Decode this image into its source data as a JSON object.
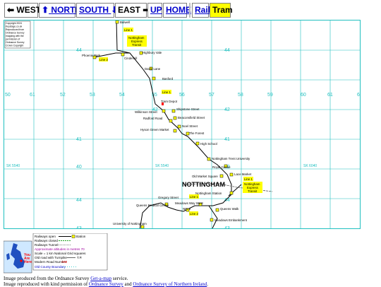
{
  "nav": {
    "west": "WEST",
    "north": "NORTH",
    "south": "SOUTH",
    "east": "EAST",
    "up": "UP",
    "home": "HOME",
    "rail": "Rail",
    "tram": "Tram"
  },
  "colors": {
    "grid": "#20c0c0",
    "railway_open": "#000000",
    "tram_label_bg": "#ffff00",
    "station_fill": "#ffff00",
    "tram_depot_marker": "#ff0000",
    "link": "#0000cc"
  },
  "map": {
    "copyright": [
      "Copyright 2024",
      "Keystage.co.uk",
      "Reproduced from",
      "Ordnance Survey",
      "mapping with the",
      "permission of",
      "Ordnance Survey",
      "Crown Copyright"
    ],
    "northing_labels": {
      "top": "44",
      "mid1": "42",
      "mid2": "41",
      "mid3": "40",
      "bot": "44",
      "bot2": "43"
    },
    "easting_labels": [
      "50",
      "61",
      "52",
      "53",
      "54",
      "55",
      "56",
      "57",
      "58",
      "59",
      "60",
      "61",
      "6"
    ],
    "sheet_labels": {
      "left": "SK 5540",
      "mid": "SK 5540",
      "right": "SK 6040"
    },
    "city": "NOTTINGHAM",
    "line_labels": {
      "top": "Line 1",
      "west": "Line 2",
      "central": "Line 1",
      "south_l2": "Line 2",
      "south_l1": "Line 1",
      "east": "Line 1"
    },
    "express_labels": {
      "north": [
        "Nottingham",
        "Express",
        "Transit"
      ],
      "east": [
        "Nottingham",
        "Express",
        "Transit"
      ]
    },
    "stations": {
      "bulwell": "Bulwell",
      "phoenix_park": "Phoenix Park",
      "cinderhill": "Cinderhill",
      "highbury_vale": "Highbury Vale",
      "david_lane": "David Lane",
      "basford": "Basford",
      "tram_depot": "Tram Depot",
      "wilkinson_street": "Wilkinson Street",
      "shipstone_street": "Shipstone Street",
      "beaconsfield_street": "Beaconsfield Street",
      "radford_road": "Radford Road",
      "noel_street": "Noel Street",
      "hyson_green_market": "Hyson Green Market",
      "the_forest": "The Forest",
      "high_school": "High School",
      "nottingham_trent_university": "Nottingham Trent University",
      "royal_centre": "Royal Centre",
      "old_market_square": "Old Market Square",
      "lace_market": "Lace Market",
      "nottingham_station": "Nottingham Station",
      "gregory_street": "Gregory Street",
      "queens_medical_centre": "Queens Medical Centre",
      "meadows_way_west": "Meadows Way West",
      "nin_2": "NIN 2",
      "queens_walk": "Queens Walk",
      "meadows_embankment": "Meadows Embankment",
      "university_of_nottingham": "University of Nottingham"
    }
  },
  "legend": {
    "rows": [
      "Railways open",
      "Railways closed",
      "Railways Tunnel",
      "Approximate altitudes in metres 70",
      "Scale = 1 km National Grid squares",
      "Old road with Turnpike",
      "Modern Road Number",
      "Old County Boundary"
    ],
    "station": "Station",
    "tp": "T.P.",
    "road_no": "A60",
    "you_are_here": [
      "You",
      "Are",
      "Here"
    ]
  },
  "footer": {
    "line1_pre": "Image produced from the Ordnance Survey ",
    "line1_link": "Get-a-map",
    "line1_post": " service.",
    "line2_pre": "Image reproduced with kind permission of ",
    "line2_link1": "Ordnance Survey",
    "line2_mid": " and ",
    "line2_link2": "Ordnance Survey of Northern Ireland",
    "line2_post": "."
  }
}
